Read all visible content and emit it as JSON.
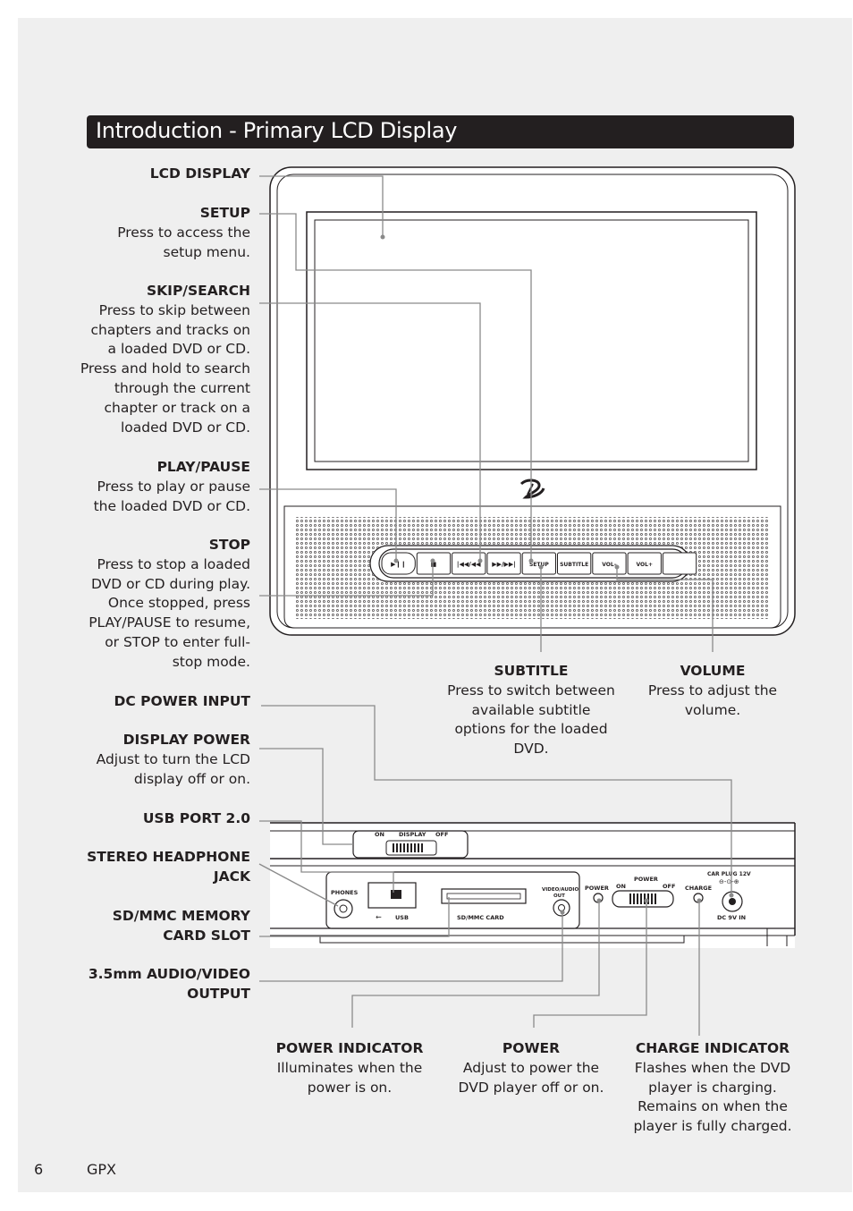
{
  "title": "Introduction - Primary LCD Display",
  "labels": {
    "lcd_display": {
      "title": "LCD DISPLAY"
    },
    "setup": {
      "title": "SETUP",
      "lines": [
        "Press to access the",
        "setup menu."
      ]
    },
    "skip_search": {
      "title": "SKIP/SEARCH",
      "lines": [
        "Press to skip between",
        "chapters and tracks on",
        "a loaded DVD or CD.",
        "Press and hold to search",
        "through the current",
        "chapter or track on a",
        "loaded DVD or CD."
      ]
    },
    "play_pause": {
      "title": "PLAY/PAUSE",
      "lines": [
        "Press to play or pause",
        "the loaded DVD or CD."
      ]
    },
    "stop": {
      "title": "STOP",
      "lines": [
        "Press to stop a loaded",
        "DVD or CD during play.",
        "Once stopped, press",
        "PLAY/PAUSE to resume,",
        "or STOP to enter full-",
        "stop mode."
      ]
    },
    "subtitle": {
      "title": "SUBTITLE",
      "lines": [
        "Press to switch between",
        "available subtitle",
        "options for the loaded",
        "DVD."
      ]
    },
    "volume": {
      "title": "VOLUME",
      "lines": [
        "Press to adjust the",
        "volume."
      ]
    },
    "dc_power_input": {
      "title": "DC POWER INPUT"
    },
    "display_power": {
      "title": "DISPLAY POWER",
      "lines": [
        "Adjust to turn the LCD",
        "display off or on."
      ]
    },
    "usb_port": {
      "title": "USB PORT 2.0"
    },
    "headphone": {
      "title_lines": [
        "STEREO HEADPHONE",
        "JACK"
      ]
    },
    "sd_mmc": {
      "title_lines": [
        "SD/MMC MEMORY",
        "CARD SLOT"
      ]
    },
    "av_output": {
      "title_lines": [
        "3.5mm AUDIO/VIDEO",
        "OUTPUT"
      ]
    },
    "power_indicator": {
      "title": "POWER INDICATOR",
      "lines": [
        "Illuminates when the",
        "power is on."
      ]
    },
    "power": {
      "title": "POWER",
      "lines": [
        "Adjust to power the",
        "DVD player off or on."
      ]
    },
    "charge_indicator": {
      "title": "CHARGE INDICATOR",
      "lines": [
        "Flashes when the DVD",
        "player is charging.",
        "Remains on when the",
        "player is fully charged."
      ]
    }
  },
  "front_buttons": [
    "",
    "",
    "",
    "",
    "SETUP",
    "SUBTITLE",
    "VOL–",
    "VOL+",
    ""
  ],
  "device_printed": {
    "display": "DISPLAY",
    "on": "ON",
    "off": "OFF",
    "phones": "PHONES",
    "usb": "USB",
    "sd_mmc_card": "SD/MMC CARD",
    "video_audio": "VIDEO/AUDIO",
    "out": "OUT",
    "power": "POWER",
    "charge": "CHARGE",
    "car_plug": "CAR PLUG 12V",
    "dc_in": "DC 9V IN"
  },
  "footer": {
    "page_number": "6",
    "brand": "GPX"
  },
  "colors": {
    "title_bar": "#231f20",
    "page_background": "#efefef",
    "leader_lines": "#8a8a8a"
  }
}
